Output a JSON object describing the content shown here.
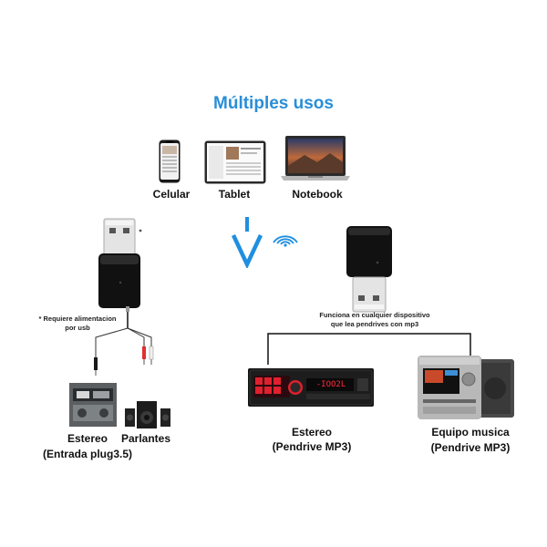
{
  "title": "Múltiples usos",
  "devices": {
    "celular": "Celular",
    "tablet": "Tablet",
    "notebook": "Notebook"
  },
  "left": {
    "note_line1": "* Requiere alimentacion",
    "note_line2": "por usb",
    "estereo": "Estereo",
    "estereo_sub": "(Entrada plug3.5)",
    "parlantes": "Parlantes"
  },
  "right": {
    "note_line1": "Funciona en cualquier dispositivo",
    "note_line2": "que lea pendrives con mp3",
    "estereo": "Estereo",
    "estereo_sub": "(Pendrive MP3)",
    "equipo": "Equipo musica",
    "equipo_sub": "(Pendrive MP3)",
    "radio_display": "-IOO2L"
  },
  "colors": {
    "title": "#2a8ed8",
    "bluetooth": "#1f8fe0",
    "radio_accent": "#e0202e"
  }
}
